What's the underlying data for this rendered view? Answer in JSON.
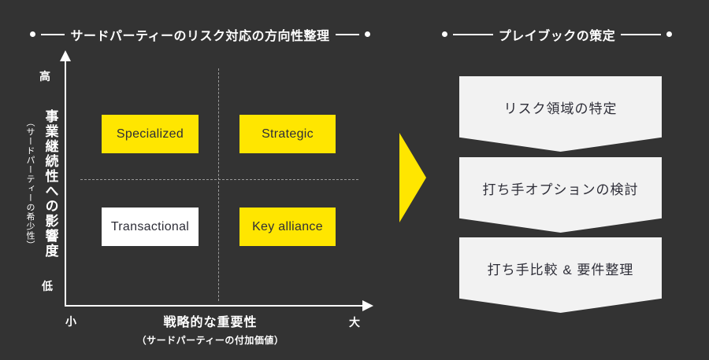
{
  "colors": {
    "background": "#333333",
    "accent_yellow": "#FFE600",
    "box_white": "#FFFFFF",
    "step_fill": "#F2F2F2",
    "dark_text": "#2E2E38",
    "axis_white": "#FFFFFF",
    "dashed_gray": "#9A9A9A"
  },
  "left": {
    "title": "サードパーティーのリスク対応の方向性整理",
    "matrix": {
      "y_axis": {
        "label": "事業継続性への影響度",
        "sublabel": "（サードパーティーの希少性）",
        "top_tick": "高",
        "bottom_tick": "低"
      },
      "x_axis": {
        "label": "戦略的な重要性",
        "sublabel": "（サードパーティーの付加価値）",
        "left_tick": "小",
        "right_tick": "大"
      },
      "quadrants": [
        {
          "label": "Specialized",
          "fill": "yellow",
          "position": "top-left"
        },
        {
          "label": "Strategic",
          "fill": "yellow",
          "position": "top-right"
        },
        {
          "label": "Transactional",
          "fill": "white",
          "position": "bottom-left"
        },
        {
          "label": "Key alliance",
          "fill": "yellow",
          "position": "bottom-right"
        }
      ]
    }
  },
  "right": {
    "title": "プレイブックの策定",
    "steps": [
      "リスク領域の特定",
      "打ち手オプションの検討",
      "打ち手比較 & 要件整理"
    ]
  }
}
